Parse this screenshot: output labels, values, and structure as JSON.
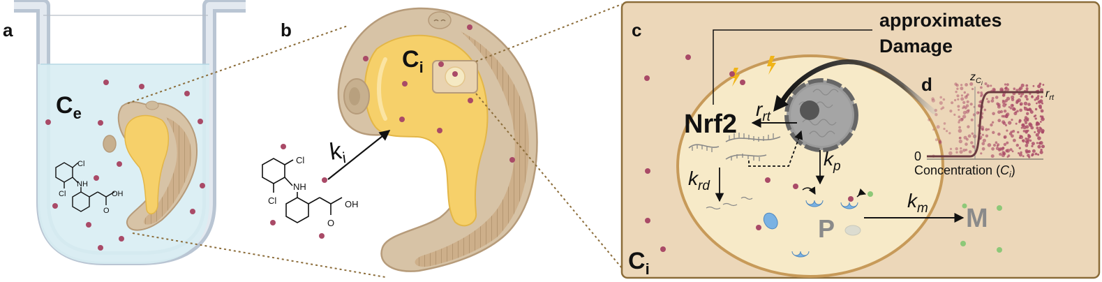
{
  "panels": {
    "a": {
      "letter": "a",
      "conc_label": "C",
      "conc_sub": "e"
    },
    "b": {
      "letter": "b",
      "conc_label": "C",
      "conc_sub": "i",
      "uptake_label": "k",
      "uptake_sub": "i"
    },
    "c": {
      "letter": "c",
      "conc_label": "C",
      "conc_sub": "i"
    },
    "d": {
      "letter": "d"
    }
  },
  "molecule_atoms": {
    "cl_top": "Cl",
    "cl_bottom": "Cl",
    "nh": "NH",
    "oh": "OH",
    "o": "O"
  },
  "cell": {
    "approx_line1": "approximates",
    "approx_line2": "Damage",
    "nrf2": "Nrf2",
    "r_rt": "r",
    "r_rt_sub": "rt",
    "k_p": "k",
    "k_p_sub": "p",
    "k_rd": "k",
    "k_rd_sub": "rd",
    "k_m": "k",
    "k_m_sub": "m",
    "protein": "P",
    "metabolite": "M"
  },
  "inset": {
    "y_zero": "0",
    "threshold": "z",
    "threshold_sub": "C",
    "threshold_subsub": "i",
    "curve_label": "r",
    "curve_label_sub": "rt",
    "x_axis": "Concentration (",
    "x_axis_var": "C",
    "x_axis_var_sub": "i",
    "x_axis_close": ")"
  },
  "colors": {
    "medium": "#d8edf3",
    "dish": "#cfd8e3",
    "embryo_tissue": "#d7c3a6",
    "yolk": "#f6d06a",
    "particle": "#a94a67",
    "panel_c_bg": "#ecd7b9",
    "cell_bg": "#f7eac8",
    "nucleus": "#9b9b9b",
    "protein": "#7ab2e3",
    "metabolite": "#8dc878",
    "connector": "#8b6c39",
    "dark": "#111111"
  }
}
